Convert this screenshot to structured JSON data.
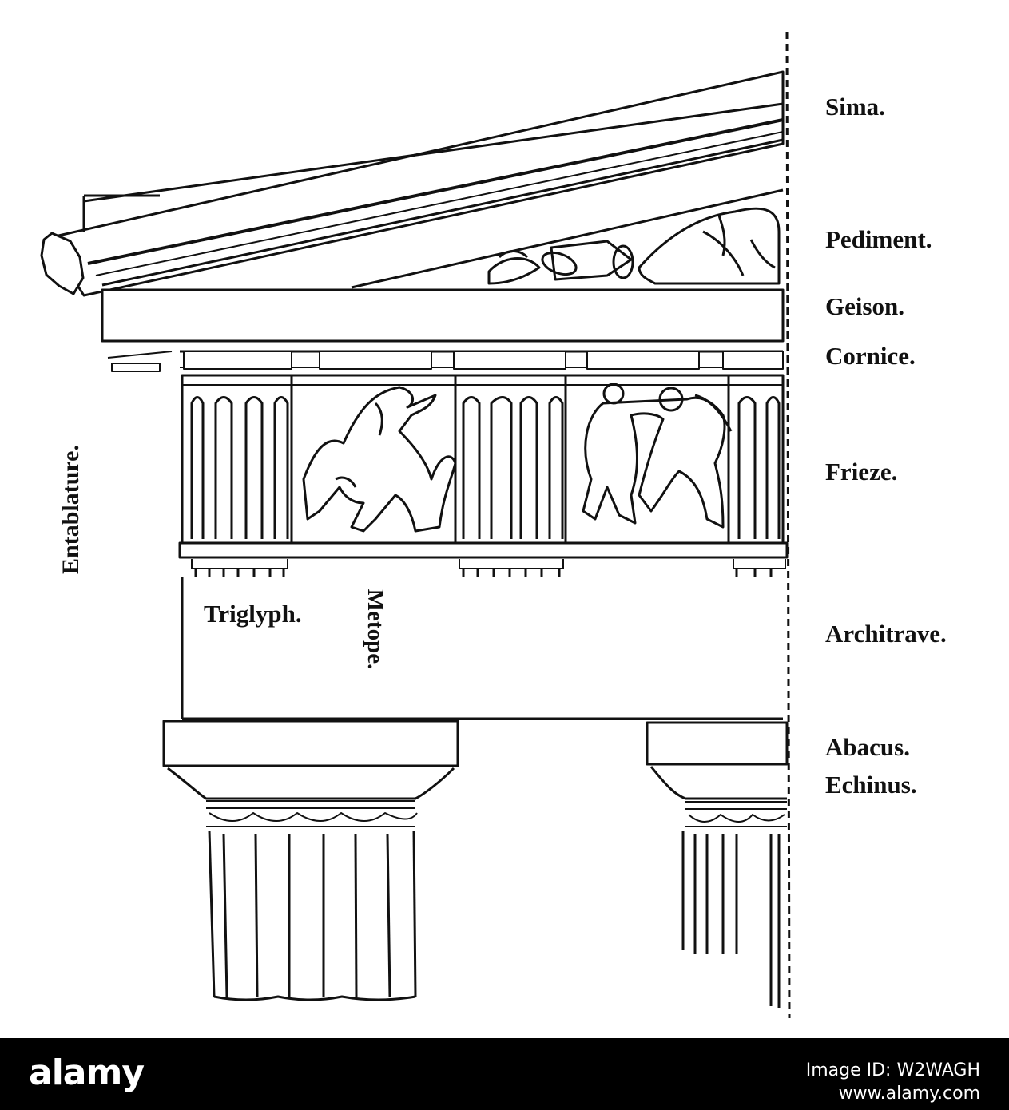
{
  "labels": {
    "sima": "Sima.",
    "pediment": "Pediment.",
    "geison": "Geison.",
    "cornice": "Cornice.",
    "frieze": "Frieze.",
    "architrave": "Architrave.",
    "abacus": "Abacus.",
    "echinus": "Echinus.",
    "entablature": "Entablature.",
    "triglyph": "Triglyph.",
    "metope": "Metope."
  },
  "watermark": {
    "brand": "alamy",
    "image_id": "Image ID: W2WAGH",
    "url": "www.alamy.com"
  },
  "colors": {
    "ink": "#111111",
    "paper": "#ffffff",
    "footer": "#000000"
  }
}
